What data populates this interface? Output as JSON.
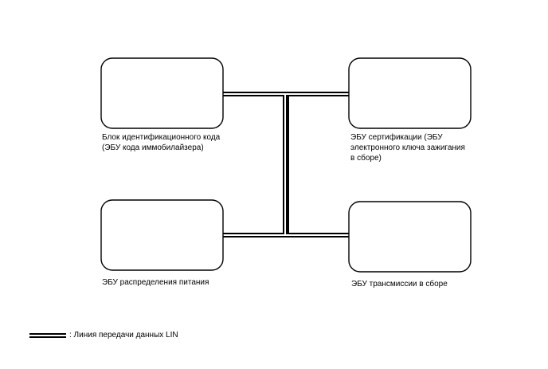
{
  "diagram": {
    "nodes": [
      {
        "id": "ident",
        "label": "Блок идентификационного кода\n(ЭБУ кода иммобилайзера)"
      },
      {
        "id": "cert",
        "label": "ЭБУ сертификации (ЭБУ\nэлектронного ключа зажигания\nв сборе)"
      },
      {
        "id": "power",
        "label": "ЭБУ распределения питания"
      },
      {
        "id": "trans",
        "label": "ЭБУ трансмиссии в сборе"
      }
    ],
    "bus": {
      "type": "LIN",
      "connects": [
        "ident",
        "cert",
        "power",
        "trans"
      ]
    },
    "legend": {
      "text": ": Линия передачи данных LIN"
    }
  }
}
